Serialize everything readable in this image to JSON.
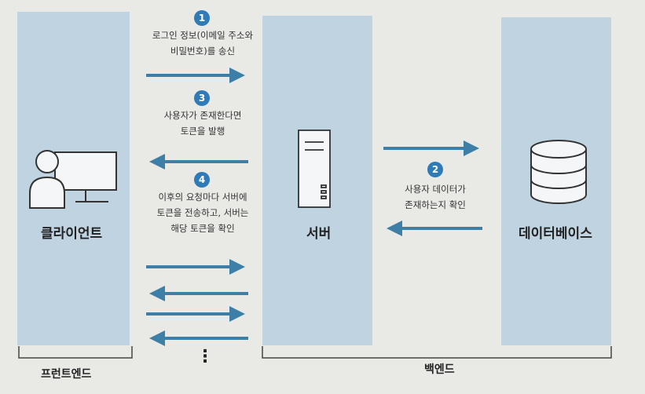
{
  "columns": {
    "client": "클라이언트",
    "server": "서버",
    "database": "데이터베이스"
  },
  "steps": [
    {
      "num": "1",
      "lines": [
        "로그인 정보(이메일 주소와",
        "비밀번호)를 송신"
      ]
    },
    {
      "num": "2",
      "lines": [
        "사용자 데이터가",
        "존재하는지 확인"
      ]
    },
    {
      "num": "3",
      "lines": [
        "사용자가 존재한다면",
        "토큰을 발행"
      ]
    },
    {
      "num": "4",
      "lines": [
        "이후의 요청마다 서버에",
        "토큰을 전송하고, 서버는",
        "해당 토큰을 확인"
      ]
    }
  ],
  "groups": {
    "frontend": "프런트엔드",
    "backend": "백엔드"
  },
  "ellipsis": "⋮",
  "colors": {
    "arrow": "#3d7fa7",
    "badge": "#2f7bb8",
    "column": "#b9cfdf"
  },
  "icons": [
    "user-computer-icon",
    "server-tower-icon",
    "database-cylinder-icon"
  ]
}
